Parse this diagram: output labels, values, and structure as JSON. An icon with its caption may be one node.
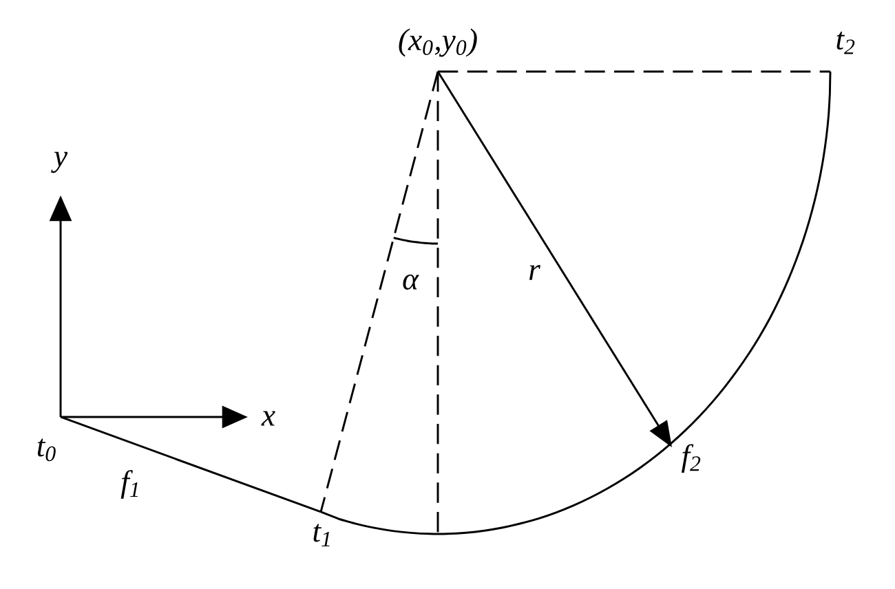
{
  "diagram": {
    "nodes": [
      {
        "text": [
          "(x$_{0}$,y$_{0}$)"
        ]
      },
      {
        "text": [
          "t$_{0}$"
        ]
      },
      {
        "text": [
          "t$_{1}$"
        ]
      },
      {
        "text": [
          "t$_{2}$"
        ]
      },
      {
        "text": [
          "f$_{2}$"
        ]
      }
    ],
    "edges": [
      {
        "from": 0,
        "to": 3,
        "arrow": "none",
        "style": "dashed"
      },
      {
        "from": 0,
        "to": 2,
        "arrow": "none",
        "style": "dashed"
      },
      {
        "from": 0,
        "to": null,
        "arrow": "none",
        "style": "dashed"
      },
      {
        "from": 0,
        "to": 4,
        "arrow": "to",
        "label": "r"
      },
      {
        "from": 1,
        "to": 2,
        "arrow": "none",
        "label": "f$_{1}$"
      },
      {
        "from": 2,
        "to": 3,
        "arrow": "none"
      }
    ],
    "labels": [
      "y",
      "x",
      "α"
    ]
  }
}
